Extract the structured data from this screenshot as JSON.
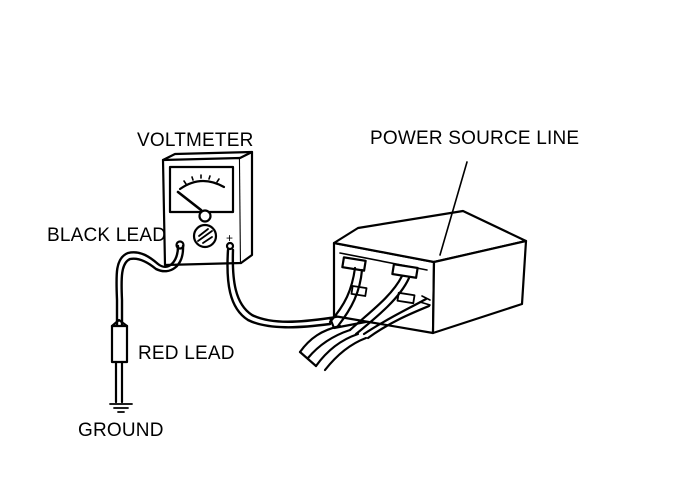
{
  "labels": {
    "voltmeter": "VOLTMETER",
    "power_source_line": "POWER SOURCE LINE",
    "black_lead": "BLACK LEAD",
    "red_lead": "RED LEAD",
    "ground": "GROUND"
  },
  "meter_terminal_plus": "+",
  "colors": {
    "ink": "#000000",
    "background": "#ffffff"
  }
}
